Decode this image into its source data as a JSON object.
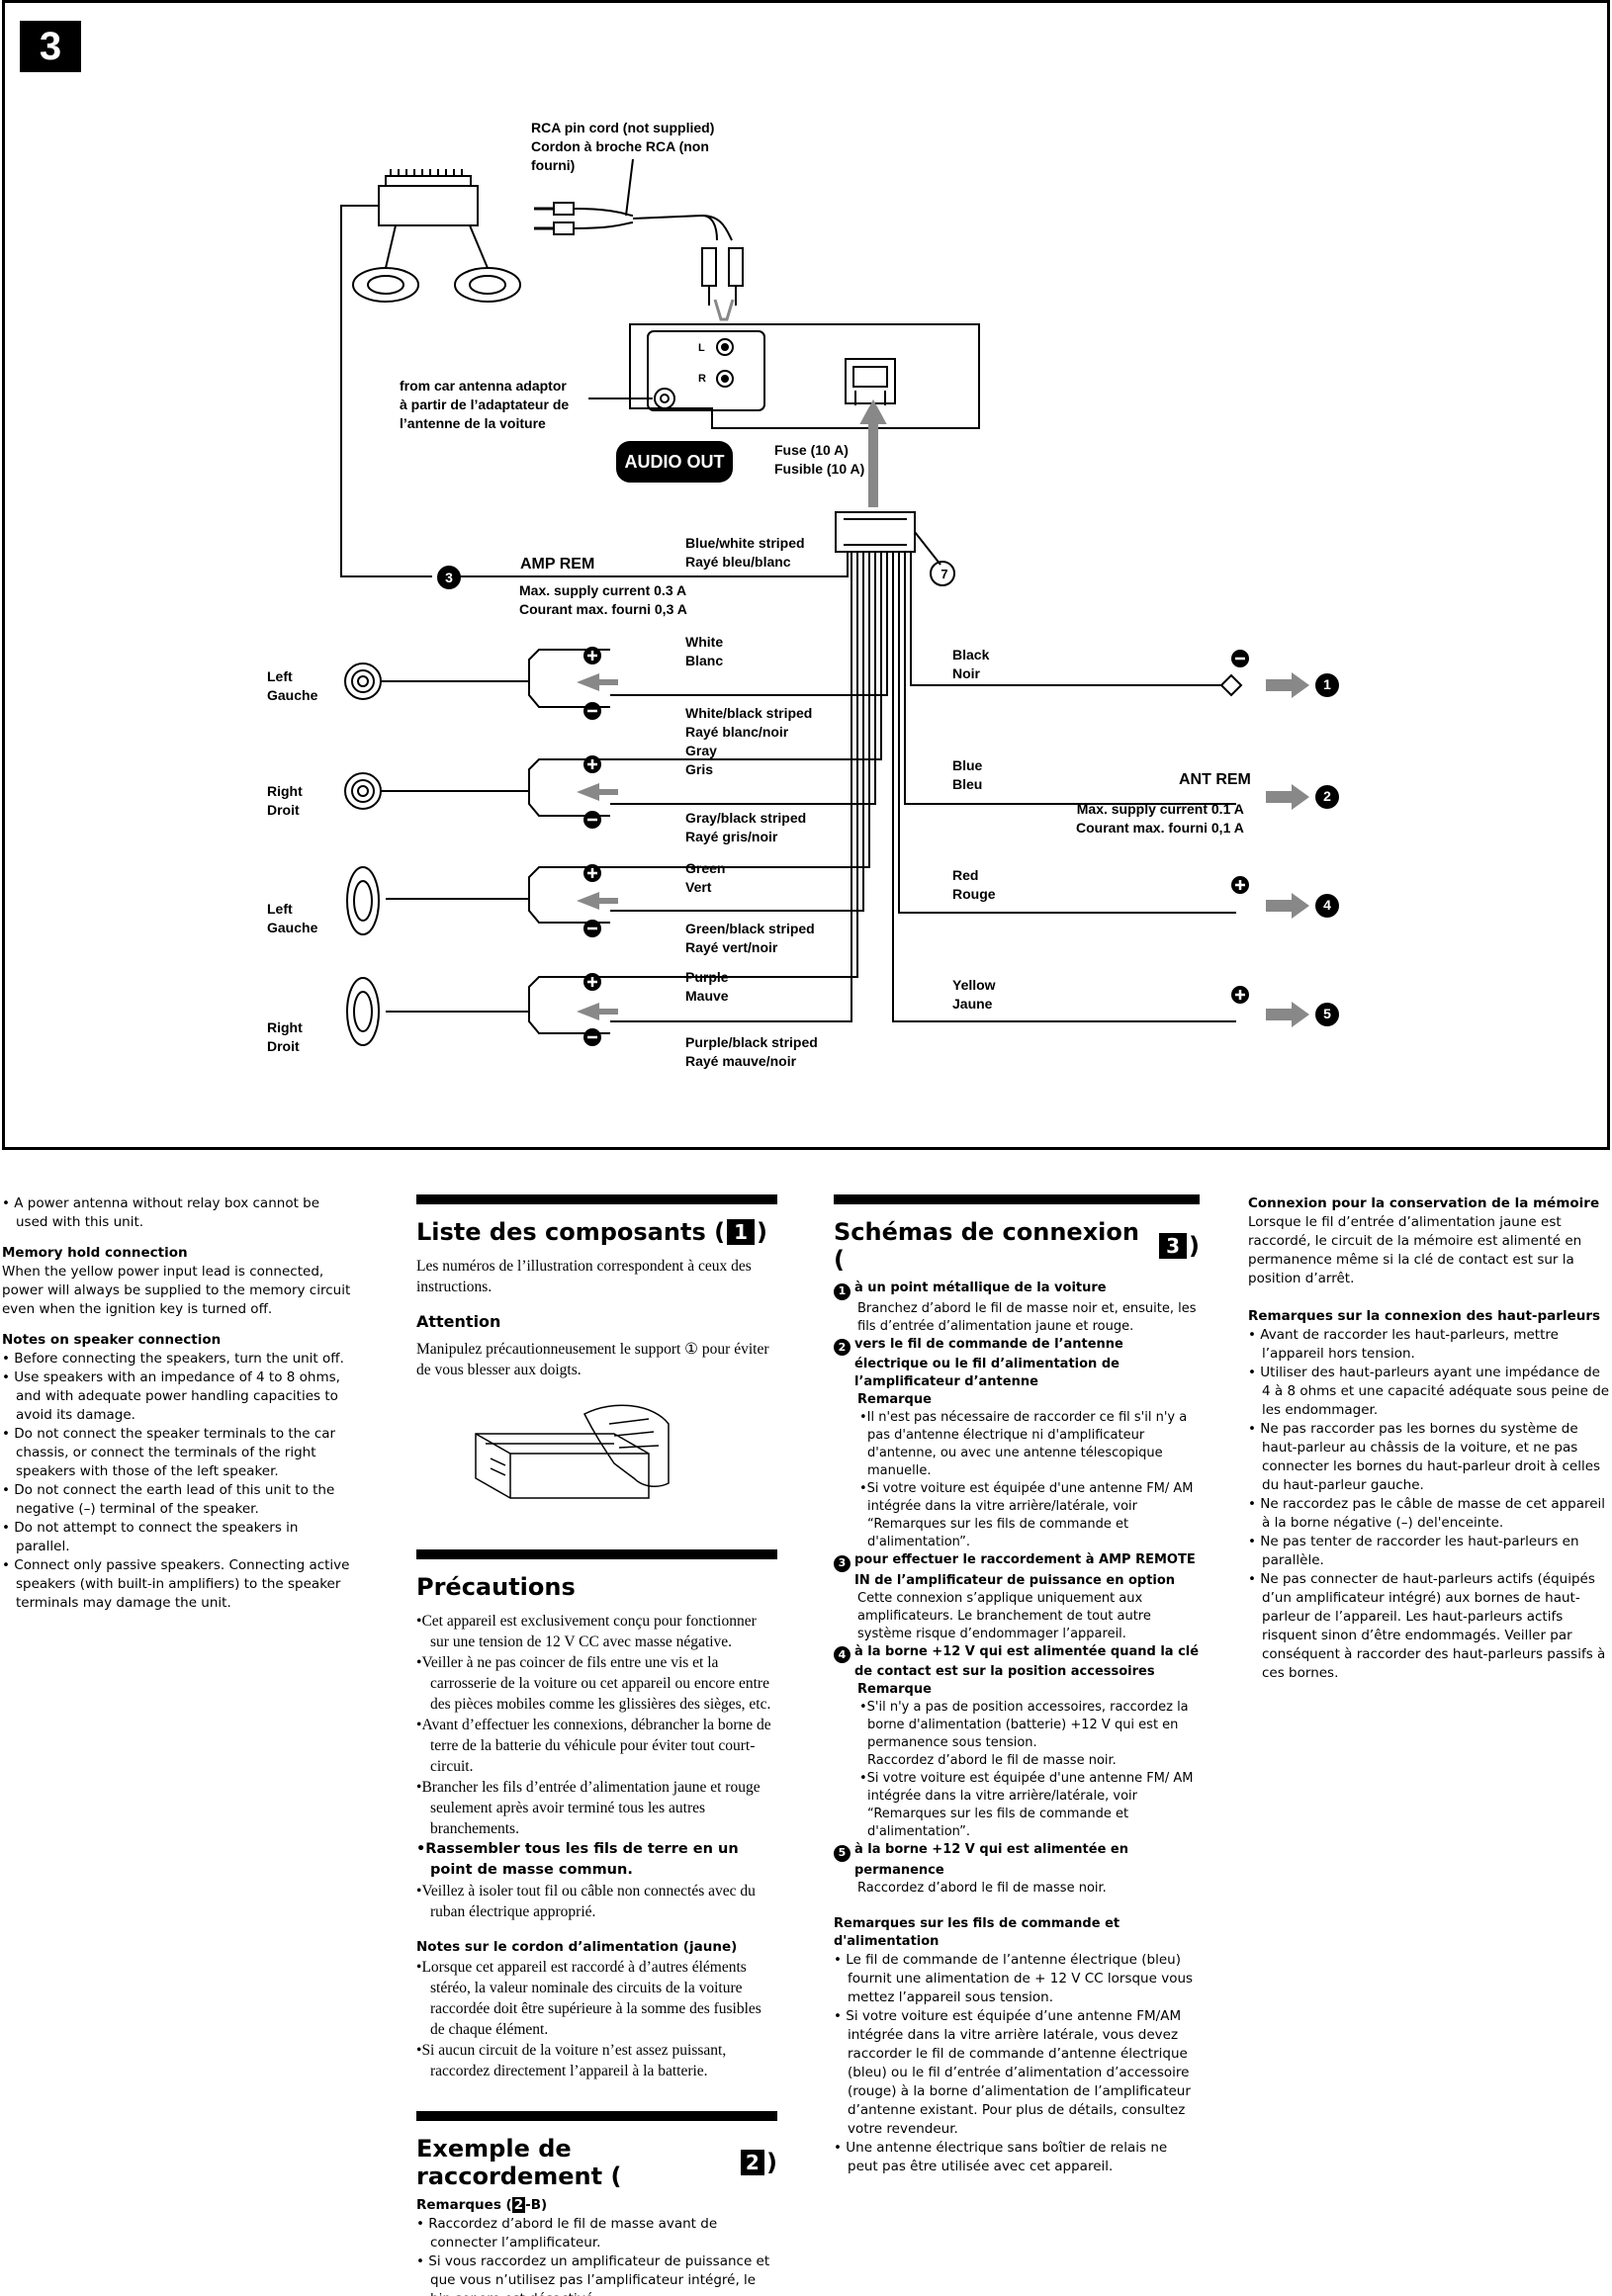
{
  "diagram": {
    "section_number": "3",
    "rca_cord": "RCA pin cord (not supplied)\nCordon à broche RCA (non\nfourni)",
    "antenna_adaptor": "from car antenna adaptor\nà partir de l’adaptateur de\nl’antenne de la voiture",
    "audio_out": "AUDIO OUT",
    "fuse": "Fuse (10 A)\nFusible (10 A)",
    "l_label": "L",
    "r_label": "R",
    "connector_number": "7",
    "amp_rem": "AMP REM",
    "amp_rem_wire": "Blue/white striped\nRayé bleu/blanc",
    "amp_rem_current": "Max. supply current 0.3 A\nCourant max. fourni 0,3 A",
    "amp_rem_number": "3",
    "speakers": [
      {
        "pos": "Left\nGauche",
        "plus_wire": "White\nBlanc",
        "minus_wire": "White/black striped\nRayé blanc/noir"
      },
      {
        "pos": "Right\nDroit",
        "plus_wire": "Gray\nGris",
        "minus_wire": "Gray/black striped\nRayé gris/noir"
      },
      {
        "pos": "Left\nGauche",
        "plus_wire": "Green\nVert",
        "minus_wire": "Green/black striped\nRayé vert/noir"
      },
      {
        "pos": "Right\nDroit",
        "plus_wire": "Purple\nMauve",
        "minus_wire": "Purple/black striped\nRayé mauve/noir"
      }
    ],
    "right_wires": [
      {
        "name": "Black\nNoir",
        "number": "1"
      },
      {
        "name": "Blue\nBleu",
        "number": "2"
      },
      {
        "name": "Red\nRouge",
        "number": "4"
      },
      {
        "name": "Yellow\nJaune",
        "number": "5"
      }
    ],
    "ant_rem": "ANT REM",
    "ant_rem_current": "Max. supply current 0.1 A\nCourant max. fourni 0,1 A"
  },
  "col1": {
    "bullet0": "A power antenna without relay box cannot be used with this unit.",
    "memory_title": "Memory hold connection",
    "memory_text": "When the yellow power input lead is connected, power will always be supplied to the memory circuit even when the ignition key is turned off.",
    "notes_title": "Notes on speaker connection",
    "notes": [
      "Before connecting the speakers, turn the unit off.",
      "Use speakers with an impedance of 4 to 8 ohms, and with adequate power handling capacities to avoid its damage.",
      "Do not connect the speaker terminals to the car chassis, or connect the terminals of the right speakers with those of the left speaker.",
      "Do not connect the earth lead of this unit to the negative (–) terminal of the speaker.",
      "Do not attempt to connect the speakers in parallel.",
      "Connect only passive speakers. Connecting active speakers (with built-in amplifiers) to the speaker terminals may damage the unit."
    ]
  },
  "col2": {
    "liste_title": "Liste des composants (",
    "liste_num": "1",
    "liste_close": ")",
    "liste_text": "Les numéros de l’illustration correspondent à ceux des instructions.",
    "attention_title": "Attention",
    "attention_text": "Manipulez précautionneusement le support ① pour éviter de vous blesser aux doigts.",
    "precautions_title": "Précautions",
    "precautions": [
      "Cet appareil est exclusivement conçu pour fonctionner sur une tension de 12 V CC avec masse négative.",
      "Veiller à ne pas coincer de fils entre une vis et la carrosserie de la voiture ou cet appareil ou encore entre des pièces mobiles comme les glissières des sièges, etc.",
      "Avant d’effectuer les connexions, débrancher la borne de terre de la batterie du véhicule pour éviter tout court-circuit.",
      "Brancher les fils d’entrée d’alimentation jaune et rouge seulement après avoir terminé tous les autres branchements.",
      "Rassembler tous les fils de terre en un point de masse commun.",
      "Veillez à isoler tout fil ou câble non connectés avec du ruban électrique approprié."
    ],
    "cordon_title": "Notes sur le cordon d’alimentation (jaune)",
    "cordon": [
      "Lorsque cet appareil est raccordé à d’autres éléments stéréo, la valeur nominale des circuits de la voiture raccordée doit être supérieure à la somme des fusibles de chaque élément.",
      "Si aucun circuit de la voiture n’est assez puissant, raccordez directement l’appareil à la batterie."
    ],
    "exemple_title": "Exemple de raccordement (",
    "exemple_num": "2",
    "exemple_close": ")",
    "remarques_title": "Remarques (",
    "remarques_num": "2",
    "remarques_suffix": "-B)",
    "remarques": [
      "Raccordez d’abord le fil de masse avant de connecter l’amplificateur.",
      "Si vous raccordez un amplificateur de puissance et que vous n’utilisez pas l’amplificateur intégré, le bip sonore est désactivé."
    ]
  },
  "col3": {
    "title": "Schémas de connexion (",
    "num": "3",
    "close": ")",
    "s1_title": "à un point métallique de la voiture",
    "s1_text": "Branchez d’abord le fil de masse noir et, ensuite, les fils d’entrée d’alimentation jaune et rouge.",
    "s2_title": "vers le fil de commande de l’antenne électrique ou le fil d’alimentation de l’amplificateur d’antenne",
    "s2_rem": "Remarque",
    "s2_b1": "•Il n'est pas nécessaire de raccorder ce fil s'il n'y a pas d'antenne électrique ni d'amplificateur d'antenne, ou avec une antenne télescopique manuelle.",
    "s2_b2": "•Si votre voiture est équipée d'une antenne FM/ AM intégrée dans la vitre arrière/latérale, voir “Remarques sur les fils de commande et d'alimentation”.",
    "s3_title": "pour effectuer le raccordement à AMP REMOTE IN de l’amplificateur de puissance en option",
    "s3_text": "Cette connexion s’applique uniquement aux amplificateurs. Le branchement de tout autre système risque d’endommager l’appareil.",
    "s4_title": "à la borne +12 V qui est alimentée quand la clé de contact est sur la position accessoires",
    "s4_rem": "Remarque",
    "s4_b1": "•S'il n'y a pas de position accessoires, raccordez la borne d'alimentation  (batterie) +12 V qui est en permanence sous tension.",
    "s4_b1b": "Raccordez d’abord le fil de masse noir.",
    "s4_b2": "•Si votre voiture est équipée d'une antenne FM/ AM intégrée dans la vitre arrière/latérale, voir “Remarques sur les fils de commande et d'alimentation”.",
    "s5_title": "à la borne +12 V qui est alimentée en permanence",
    "s5_text": "Raccordez d’abord le fil de masse noir.",
    "rem_title": "Remarques sur les fils de commande et d'alimentation",
    "rem": [
      "Le fil de commande de l’antenne électrique (bleu) fournit une alimentation de + 12 V CC lorsque vous mettez l’appareil sous tension.",
      "Si votre voiture est équipée d’une antenne FM/AM intégrée dans la vitre arrière latérale, vous devez raccorder le fil de commande d’antenne électrique (bleu) ou le fil d’entrée d’alimentation d’accessoire (rouge) à la borne d’alimentation de l’amplificateur d’antenne existant. Pour plus de détails, consultez votre revendeur.",
      "Une antenne électrique sans boîtier de relais ne peut pas être utilisée avec cet appareil."
    ]
  },
  "col4": {
    "memoire_title": "Connexion pour la conservation de la mémoire",
    "memoire_text": "Lorsque le fil d’entrée d’alimentation jaune est raccordé, le circuit de la mémoire est alimenté en permanence  même si la clé de contact est sur la position d’arrêt.",
    "hp_title": "Remarques sur la connexion des haut-parleurs",
    "hp": [
      "Avant de raccorder les haut-parleurs, mettre l’appareil hors tension.",
      "Utiliser des haut-parleurs ayant une impédance de 4 à 8 ohms et une capacité adéquate sous peine de les endommager.",
      "Ne pas raccorder pas les bornes du système de haut-parleur au châssis de la voiture, et ne pas connecter les bornes du haut-parleur droit à celles du haut-parleur gauche.",
      "Ne raccordez pas le câble de masse de cet appareil à la borne négative (–) del'enceinte.",
      "Ne pas tenter de raccorder les haut-parleurs en parallèle.",
      "Ne pas connecter de haut-parleurs actifs (équipés d’un amplificateur intégré) aux bornes de haut-parleur  de l’appareil. Les haut-parleurs actifs risquent sinon d’être endommagés. Veiller par conséquent à raccorder des haut-parleurs passifs à ces bornes."
    ]
  }
}
